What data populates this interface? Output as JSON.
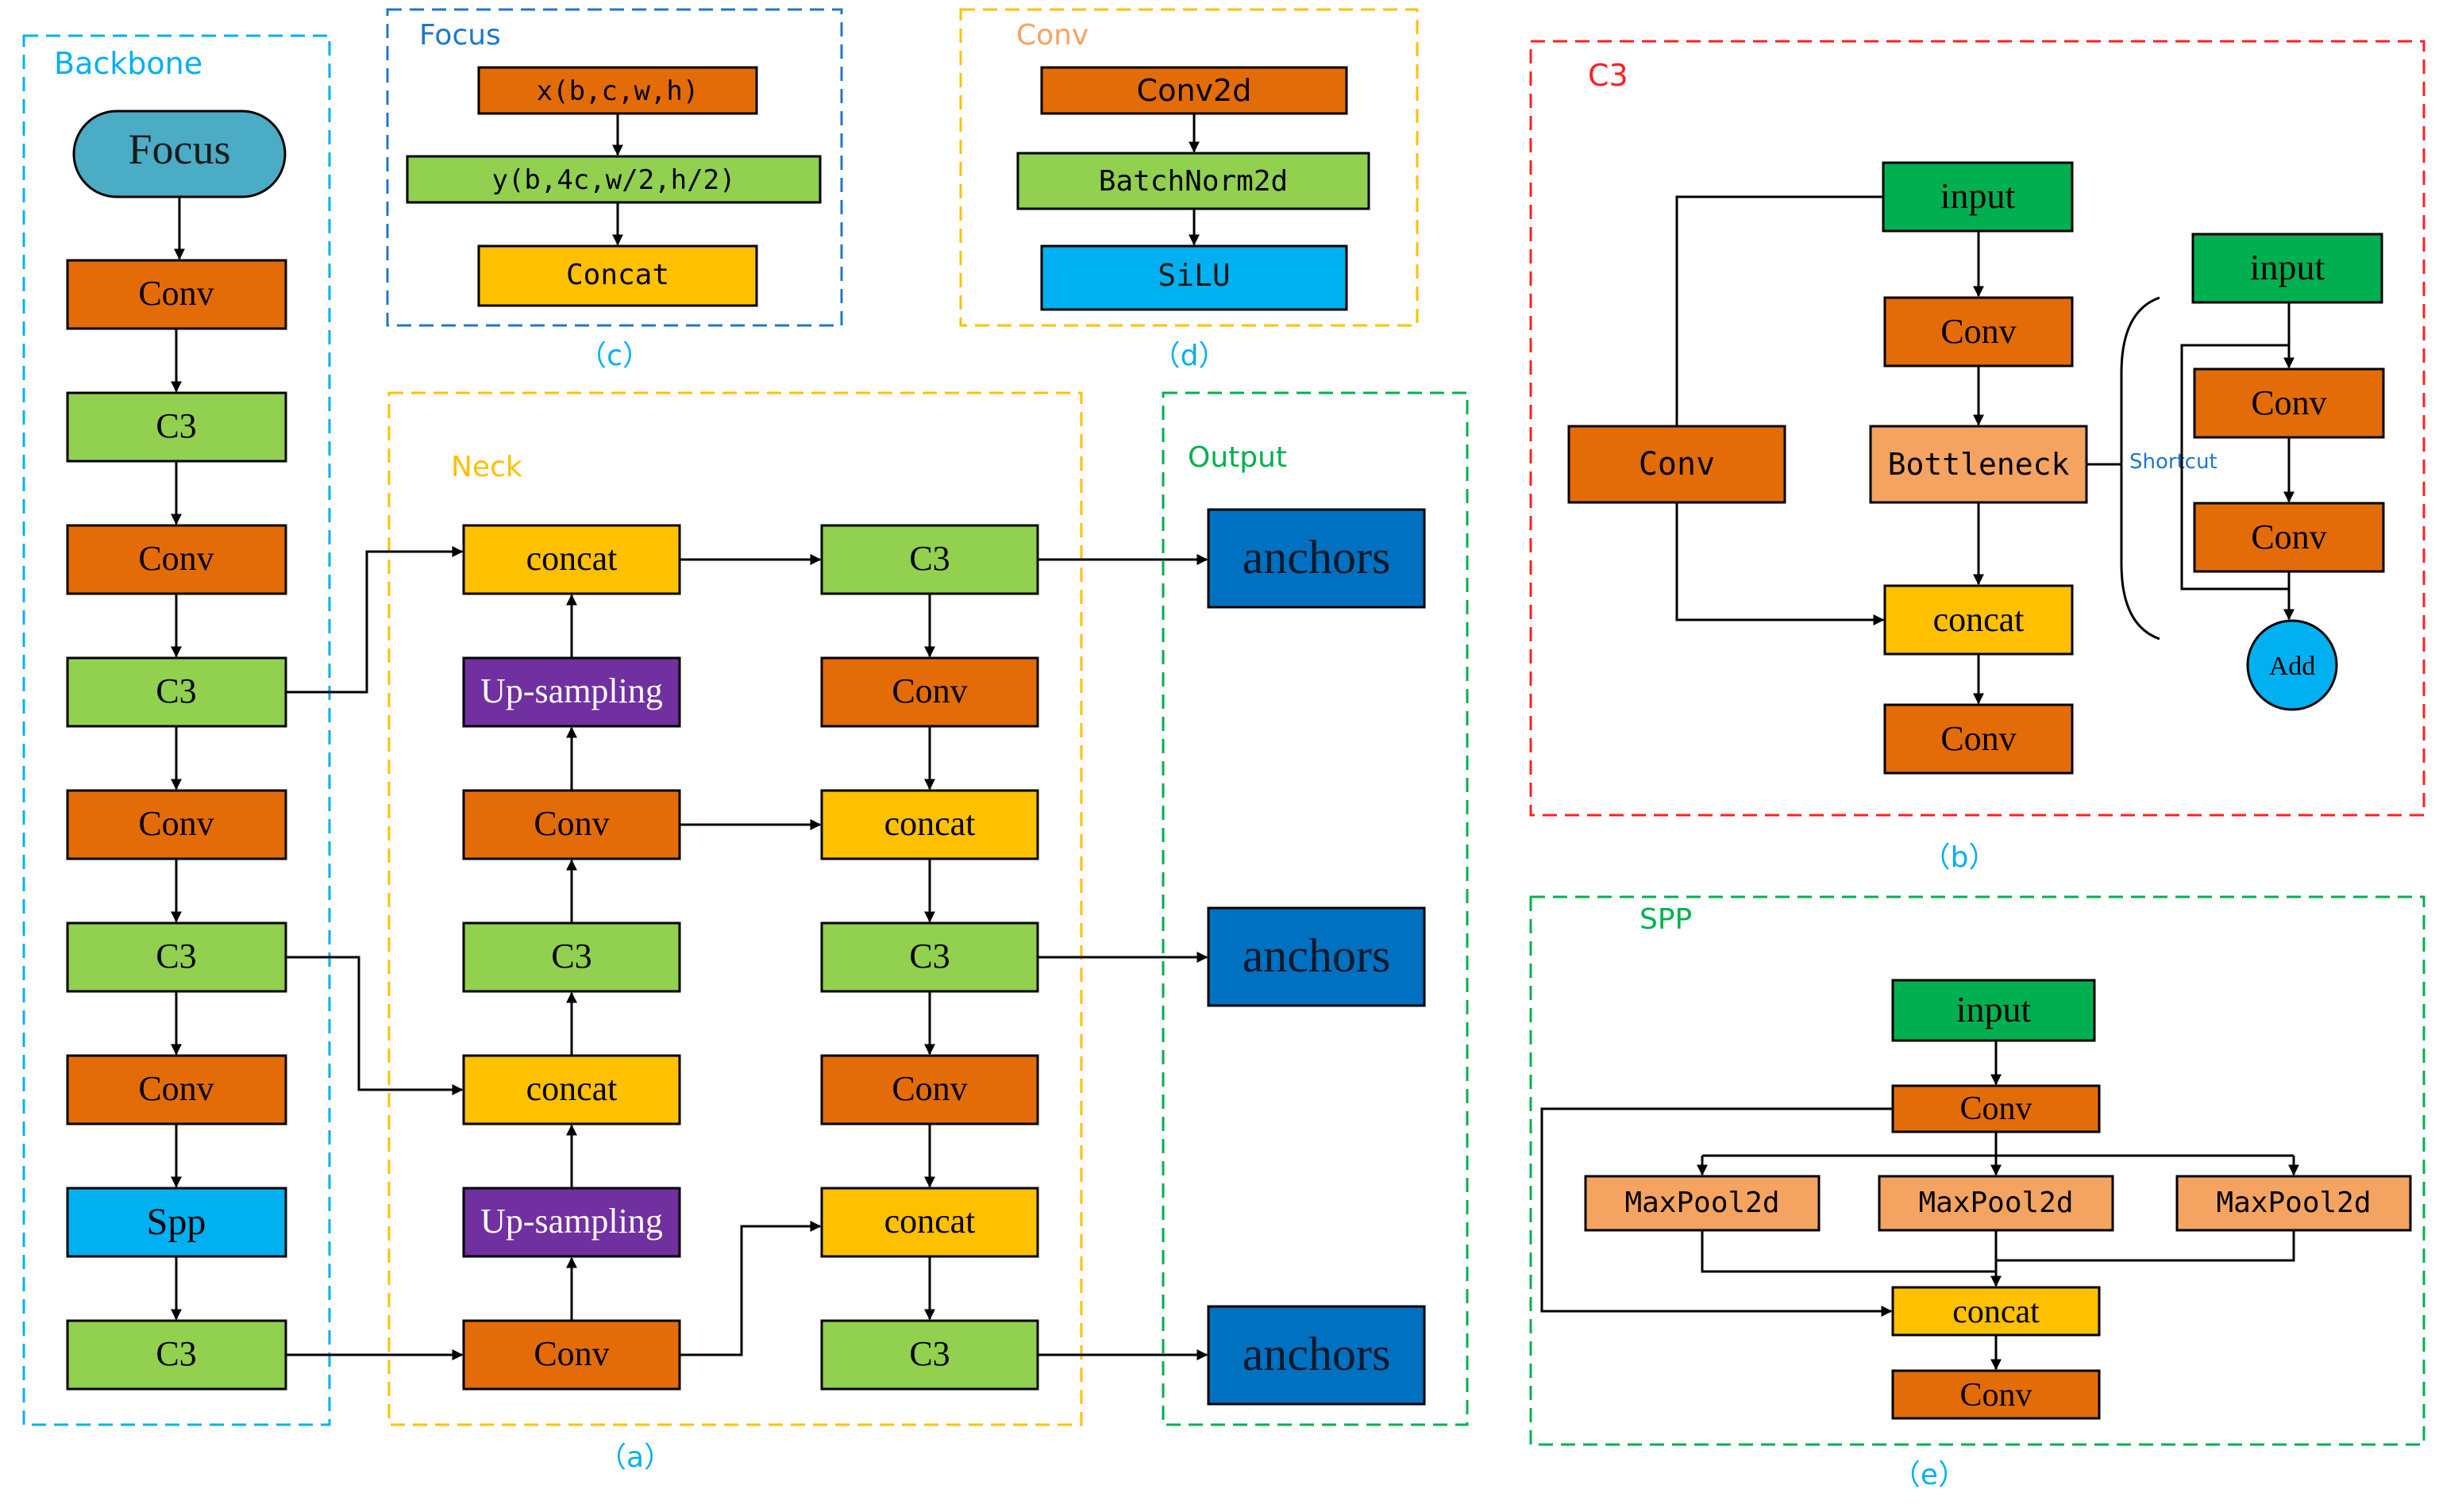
{
  "colors": {
    "orange": "#E36C09",
    "green": "#92D050",
    "yellow": "#FFC000",
    "blue": "#00B0F0",
    "purple": "#7030A0",
    "dark_blue": "#0070C0",
    "dark_green": "#00B050",
    "light_orange": "#F4A460",
    "focus_teal": "#4BACC6",
    "panel_blue": "#1F78C8",
    "panel_orange": "#FFC000",
    "panel_green": "#00B050",
    "panel_red": "#FF2020",
    "panel_cyan": "#00B0F0"
  },
  "panel_titles": {
    "backbone": "Backbone",
    "focus": "Focus",
    "conv": "Conv",
    "neck": "Neck",
    "output": "Output",
    "c3": "C3",
    "spp": "SPP"
  },
  "captions": {
    "a": "（a）",
    "b": "（b）",
    "c": "（c）",
    "d": "（d）",
    "e": "（e）"
  },
  "backbone": {
    "focus": "Focus",
    "layers": [
      "Conv",
      "C3",
      "Conv",
      "C3",
      "Conv",
      "C3",
      "Conv",
      "Spp",
      "C3"
    ]
  },
  "focus_panel": {
    "input": "x(b,c,w,h)",
    "slice": "y(b,4c,w/2,h/2)",
    "concat": "Concat"
  },
  "conv_panel": {
    "conv2d": "Conv2d",
    "batchnorm": "BatchNorm2d",
    "act": "SiLU"
  },
  "neck": {
    "left_column": [
      "concat",
      "Up-sampling",
      "Conv",
      "C3",
      "concat",
      "Up-sampling",
      "Conv"
    ],
    "right_column": [
      "C3",
      "Conv",
      "concat",
      "C3",
      "Conv",
      "concat",
      "C3"
    ]
  },
  "output": {
    "anchors": [
      "anchors",
      "anchors",
      "anchors"
    ]
  },
  "c3_panel": {
    "input": "input",
    "conv_top": "Conv",
    "bottleneck": "Bottleneck",
    "concat": "concat",
    "conv_bottom": "Conv",
    "conv_side": "Conv",
    "shortcut_label": "Shortcut",
    "bottleneck_detail": {
      "input": "input",
      "conv1": "Conv",
      "conv2": "Conv",
      "add": "Add"
    }
  },
  "spp_panel": {
    "input": "input",
    "conv_top": "Conv",
    "pools": [
      "MaxPool2d",
      "MaxPool2d",
      "MaxPool2d"
    ],
    "concat": "concat",
    "conv_bottom": "Conv"
  }
}
